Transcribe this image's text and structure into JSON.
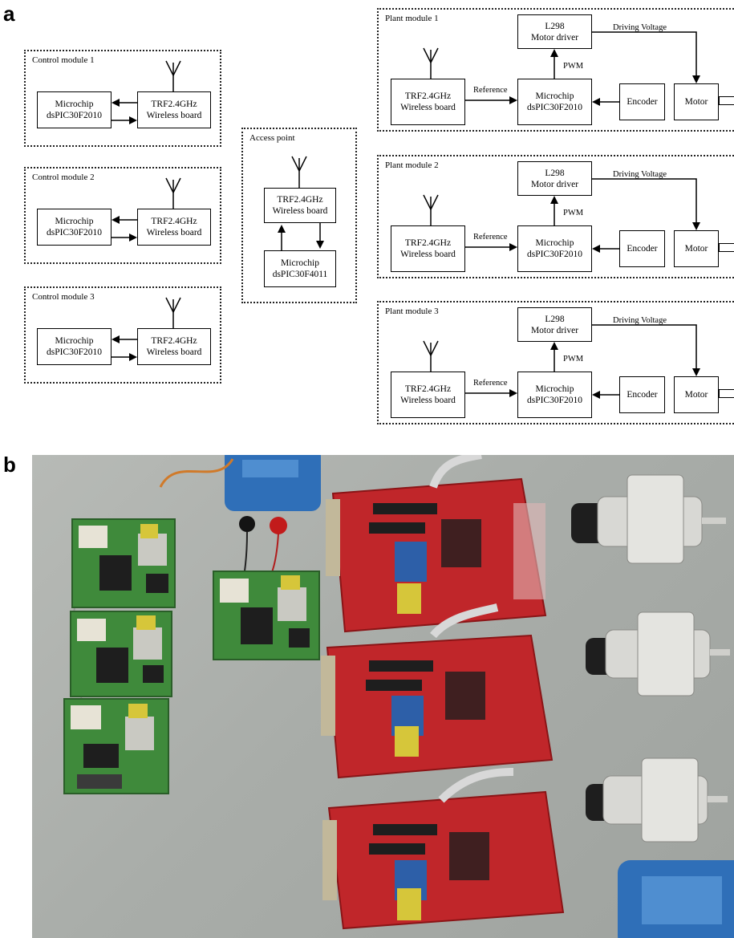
{
  "panel_a_label": "a",
  "panel_b_label": "b",
  "control_modules": [
    {
      "title": "Control module 1",
      "mcu": [
        "Microchip",
        "dsPIC30F2010"
      ],
      "radio": [
        "TRF2.4GHz",
        "Wireless board"
      ]
    },
    {
      "title": "Control module 2",
      "mcu": [
        "Microchip",
        "dsPIC30F2010"
      ],
      "radio": [
        "TRF2.4GHz",
        "Wireless board"
      ]
    },
    {
      "title": "Control module 3",
      "mcu": [
        "Microchip",
        "dsPIC30F2010"
      ],
      "radio": [
        "TRF2.4GHz",
        "Wireless board"
      ]
    }
  ],
  "access_point": {
    "title": "Access point",
    "radio": [
      "TRF2.4GHz",
      "Wireless board"
    ],
    "mcu": [
      "Microchip",
      "dsPIC30F4011"
    ]
  },
  "plant_modules": [
    {
      "title": "Plant module 1",
      "radio": [
        "TRF2.4GHz",
        "Wireless board"
      ],
      "mcu": [
        "Microchip",
        "dsPIC30F2010"
      ],
      "driver": [
        "L298",
        "Motor driver"
      ],
      "encoder": "Encoder",
      "motor": "Motor",
      "reference_label": "Reference",
      "pwm_label": "PWM",
      "voltage_label": "Driving Voltage"
    },
    {
      "title": "Plant module 2",
      "radio": [
        "TRF2.4GHz",
        "Wireless board"
      ],
      "mcu": [
        "Microchip",
        "dsPIC30F2010"
      ],
      "driver": [
        "L298",
        "Motor driver"
      ],
      "encoder": "Encoder",
      "motor": "Motor",
      "reference_label": "Reference",
      "pwm_label": "PWM",
      "voltage_label": "Driving Voltage"
    },
    {
      "title": "Plant module 3",
      "radio": [
        "TRF2.4GHz",
        "Wireless board"
      ],
      "mcu": [
        "Microchip",
        "dsPIC30F2010"
      ],
      "driver": [
        "L298",
        "Motor driver"
      ],
      "encoder": "Encoder",
      "motor": "Motor",
      "reference_label": "Reference",
      "pwm_label": "PWM",
      "voltage_label": "Driving Voltage"
    }
  ],
  "colors": {
    "pcb_red": "#c0262a",
    "pcb_green": "#3f8a3b",
    "bench_grey": "#a9ada9",
    "motor_silver": "#d8d8d4",
    "supply_blue": "#2f6fb8"
  }
}
